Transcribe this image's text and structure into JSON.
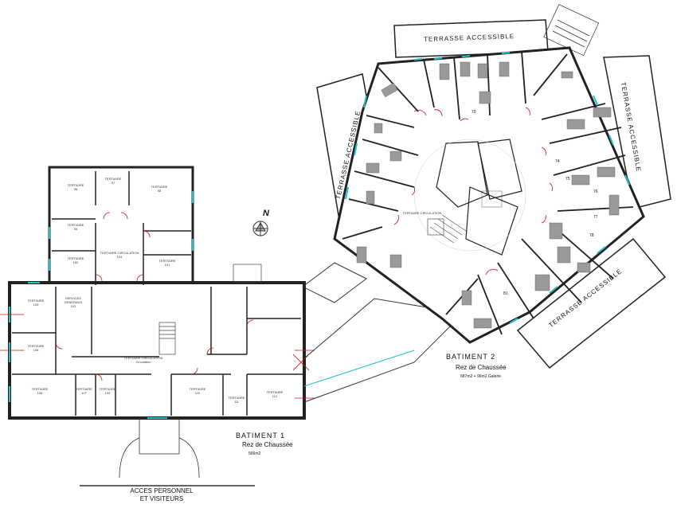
{
  "building1": {
    "title": "BATIMENT     1",
    "subtitle": "Rez de Chaussée",
    "area": "566m2",
    "access_line1": "ACCES PERSONNEL",
    "access_line2": "ET VISITEURS",
    "rooms": [
      {
        "type": "TERTIAIRE",
        "num": "96"
      },
      {
        "type": "TERTIAIRE",
        "num": "97"
      },
      {
        "type": "TERTIAIRE",
        "num": "98"
      },
      {
        "type": "TERTIAIRE",
        "num": "99"
      },
      {
        "type": "TERTIAIRE",
        "num": "100"
      },
      {
        "type": "TERTIAIRE",
        "num": "101"
      },
      {
        "type": "TERTIAIRE CIRCULATION",
        "num": "104"
      },
      {
        "type": "TERTIAIRE",
        "num": "105"
      },
      {
        "type": "SERVICES GENERAUX",
        "num": "102"
      },
      {
        "type": "TERTIAIRE",
        "num": "106"
      },
      {
        "type": "TERTIAIRE",
        "num": "108"
      },
      {
        "type": "TERTIAIRE",
        "num": "107"
      },
      {
        "type": "TERTIAIRE",
        "num": "109"
      },
      {
        "type": "TERTIAIRE",
        "num": "110"
      },
      {
        "type": "TERTIAIRE",
        "num": "111"
      },
      {
        "type": "TERTIAIRE",
        "num": "112"
      },
      {
        "type": "TERTIAIRE CIRCULATION",
        "num": "Circulation"
      }
    ]
  },
  "building2": {
    "title": "BATIMENT     2",
    "subtitle": "Rez de Chaussée",
    "area": "687m2 + 96m2 Galerie",
    "room_numbers": [
      "70",
      "74",
      "75",
      "76",
      "77",
      "78",
      "81"
    ],
    "center_label": "TERTIAIRE CIRCULATION"
  },
  "terraces": {
    "top": "TERRASSE     ACCESSIBLE",
    "left": "TERRASSE     ACCESSIBLE",
    "right": "TERRASSE     ACCESSIBLE",
    "bottom_right": "TERRASSE     ACCESSIBLE"
  },
  "compass": {
    "label": "N"
  },
  "colors": {
    "wall": "#222222",
    "door": "#d01010",
    "window": "#22c0c8",
    "furniture": "#9a9a9a"
  }
}
